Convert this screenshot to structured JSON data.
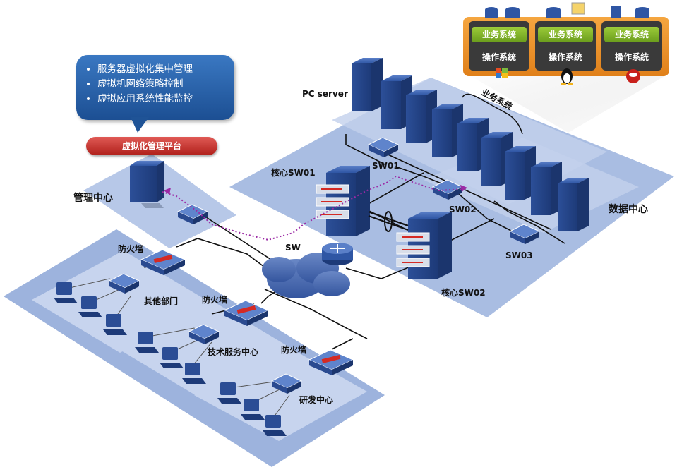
{
  "callout": {
    "items": [
      "服务器虚拟化集中管理",
      "虚拟机网络策略控制",
      "虚拟应用系统性能监控"
    ]
  },
  "mgmt_platform": "虚拟化管理平台",
  "mgmt_center": "管理中心",
  "pc_server": "PC server",
  "business_systems": "业务系统",
  "data_center": "数据中心",
  "os_cards": [
    {
      "biz": "业务系统",
      "os": "操作系统",
      "logo": "windows-logo-icon"
    },
    {
      "biz": "业务系统",
      "os": "操作系统",
      "logo": "linux-penguin-icon"
    },
    {
      "biz": "业务系统",
      "os": "操作系统",
      "logo": "redhat-logo-icon"
    }
  ],
  "switches": {
    "sw01": "SW01",
    "sw02": "SW02",
    "sw03": "SW03",
    "core1": "核心SW01",
    "core2": "核心SW02",
    "sw": "SW"
  },
  "branches": {
    "other": "其他部门",
    "tech": "技术服务中心",
    "rd": "研发中心",
    "firewall": "防火墙"
  },
  "colors": {
    "zone": "#8ea6d6",
    "zone_light": "#c9d5ec",
    "server": "#2a4f9a",
    "cloud": "#4d6fb5",
    "path": "#9b2aa5",
    "firewall_red": "#d42a24"
  }
}
